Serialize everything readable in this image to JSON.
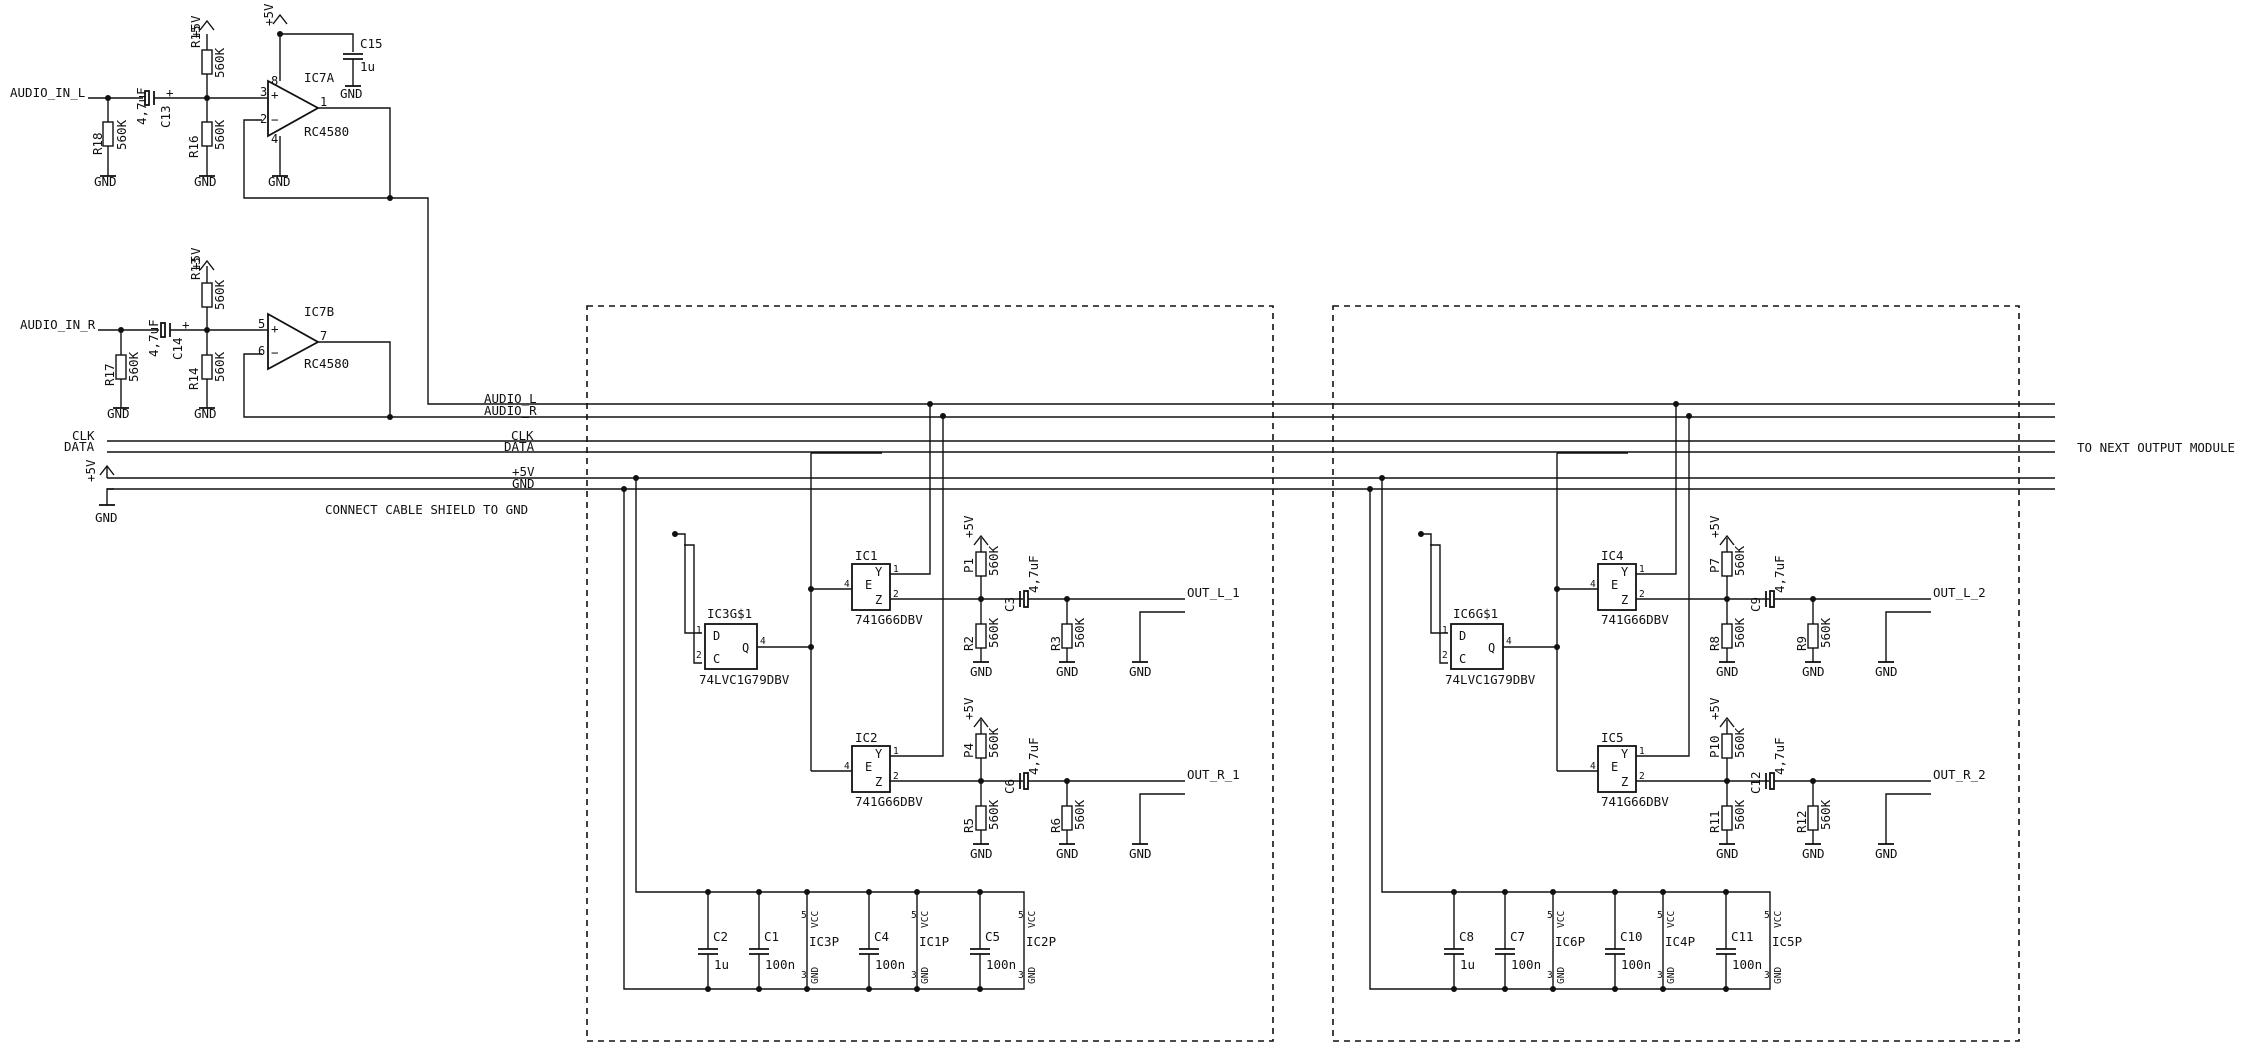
{
  "nets": {
    "audio_in_l": "AUDIO_IN_L",
    "audio_in_r": "AUDIO_IN_R",
    "audio_l": "AUDIO_L",
    "audio_r": "AUDIO_R",
    "clk": "CLK",
    "data": "DATA",
    "vcc": "+5V",
    "gnd": "GND",
    "next_module": "TO NEXT OUTPUT MODULE",
    "shield_note": "CONNECT CABLE SHIELD TO GND"
  },
  "input_stage": {
    "opamp_a": {
      "name": "IC7A",
      "value": "RC4580"
    },
    "opamp_b": {
      "name": "IC7B",
      "value": "RC4580"
    },
    "c13": {
      "name": "C13",
      "value": "4,7uF"
    },
    "c14": {
      "name": "C14",
      "value": "4,7uF"
    },
    "c15": {
      "name": "C15",
      "value": "1u"
    },
    "r13": {
      "name": "R13",
      "value": "560K"
    },
    "r14": {
      "name": "R14",
      "value": "560K"
    },
    "r15": {
      "name": "R15",
      "value": "560K"
    },
    "r16": {
      "name": "R16",
      "value": "560K"
    },
    "r17": {
      "name": "R17",
      "value": "560K"
    },
    "r18": {
      "name": "R18",
      "value": "560K"
    },
    "pins": {
      "p1": "1",
      "p2": "2",
      "p3": "3",
      "p4": "4",
      "p5": "5",
      "p6": "6",
      "p7": "7",
      "p8": "8"
    }
  },
  "modules": [
    {
      "ff": {
        "name": "IC3G$1",
        "value": "74LVC1G79DBV"
      },
      "sw_top": {
        "name": "IC1",
        "value": "741G66DBV"
      },
      "sw_bot": {
        "name": "IC2",
        "value": "741G66DBV"
      },
      "out_l": "OUT_L_1",
      "out_r": "OUT_R_1",
      "pot_l": "P1",
      "pot_r": "P4",
      "cap_l": "C3",
      "cap_r": "C6",
      "res": [
        "R2",
        "R3",
        "R5",
        "R6"
      ],
      "decap": [
        "C2",
        "C1",
        "C4",
        "C5"
      ],
      "decap_val": [
        "1u",
        "100n",
        "100n",
        "100n"
      ],
      "pwr": [
        "IC3P",
        "IC1P",
        "IC2P"
      ]
    },
    {
      "ff": {
        "name": "IC6G$1",
        "value": "74LVC1G79DBV"
      },
      "sw_top": {
        "name": "IC4",
        "value": "741G66DBV"
      },
      "sw_bot": {
        "name": "IC5",
        "value": "741G66DBV"
      },
      "out_l": "OUT_L_2",
      "out_r": "OUT_R_2",
      "pot_l": "P7",
      "pot_r": "P10",
      "cap_l": "C9",
      "cap_r": "C12",
      "res": [
        "R8",
        "R9",
        "R11",
        "R12"
      ],
      "decap": [
        "C8",
        "C7",
        "C10",
        "C11"
      ],
      "decap_val": [
        "1u",
        "100n",
        "100n",
        "100n"
      ],
      "pwr": [
        "IC6P",
        "IC4P",
        "IC5P"
      ]
    }
  ],
  "common": {
    "res_value": "560K",
    "cap_value": "4,7uF",
    "ff_pins": {
      "d": "D",
      "c": "C",
      "q": "Q",
      "p1": "1",
      "p2": "2",
      "p4": "4"
    },
    "sw_pins": {
      "y": "Y",
      "e": "E",
      "z": "Z",
      "p1": "1",
      "p2": "2",
      "p4": "4"
    },
    "pwr_pins": {
      "vcc": "VCC",
      "gnd": "GND",
      "p5": "5",
      "p3": "3"
    }
  }
}
